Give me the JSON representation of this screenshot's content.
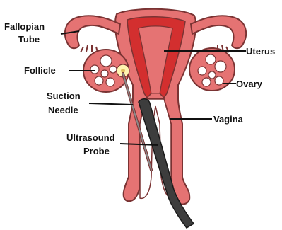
{
  "labels": {
    "fallopian_tube_line1": "Fallopian",
    "fallopian_tube_line2": "Tube",
    "follicle": "Follicle",
    "suction_needle_line1": "Suction",
    "suction_needle_line2": "Needle",
    "ultrasound_probe_line1": "Ultrasound",
    "ultrasound_probe_line2": "Probe",
    "uterus": "Uterus",
    "ovary": "Ovary",
    "vagina": "Vagina"
  },
  "colors": {
    "tissue_fill": "#e57373",
    "tissue_outline": "#7a3333",
    "inner_cavity": "#ffffff",
    "uterine_lining": "#d32f2f",
    "follicle_fill": "#ffffff",
    "egg_fill": "#fff3b0",
    "probe_fill": "#3d3d3d",
    "needle_fill": "#8a8a8a",
    "leader_line": "#111111"
  },
  "icons": {
    "probe": "ultrasound-probe-icon",
    "needle": "suction-needle-icon"
  }
}
